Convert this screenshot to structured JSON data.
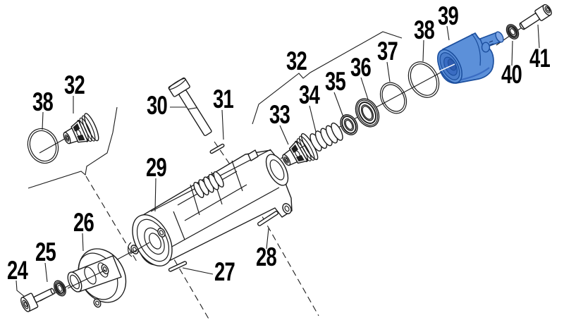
{
  "diagram": {
    "kind": "exploded-parts-diagram",
    "highlighted_part": "39"
  },
  "colors": {
    "background": "#ffffff",
    "line": "#1b1b1b",
    "highlight_fill": "#5c90d9",
    "highlight_shade": "#4a7dcb",
    "highlight_deep": "#3a6cc2",
    "highlight_light": "#82a9e6",
    "highlight_outline": "#1c4f9e"
  },
  "labels": {
    "n24": "24",
    "n25": "25",
    "n26": "26",
    "n27": "27",
    "n28": "28",
    "n29": "29",
    "n30": "30",
    "n31": "31",
    "n32a": "32",
    "n32b": "32",
    "n33": "33",
    "n34": "34",
    "n35": "35",
    "n36": "36",
    "n37": "37",
    "n38a": "38",
    "n38b": "38",
    "n39": "39",
    "n40": "40",
    "n41": "41"
  }
}
